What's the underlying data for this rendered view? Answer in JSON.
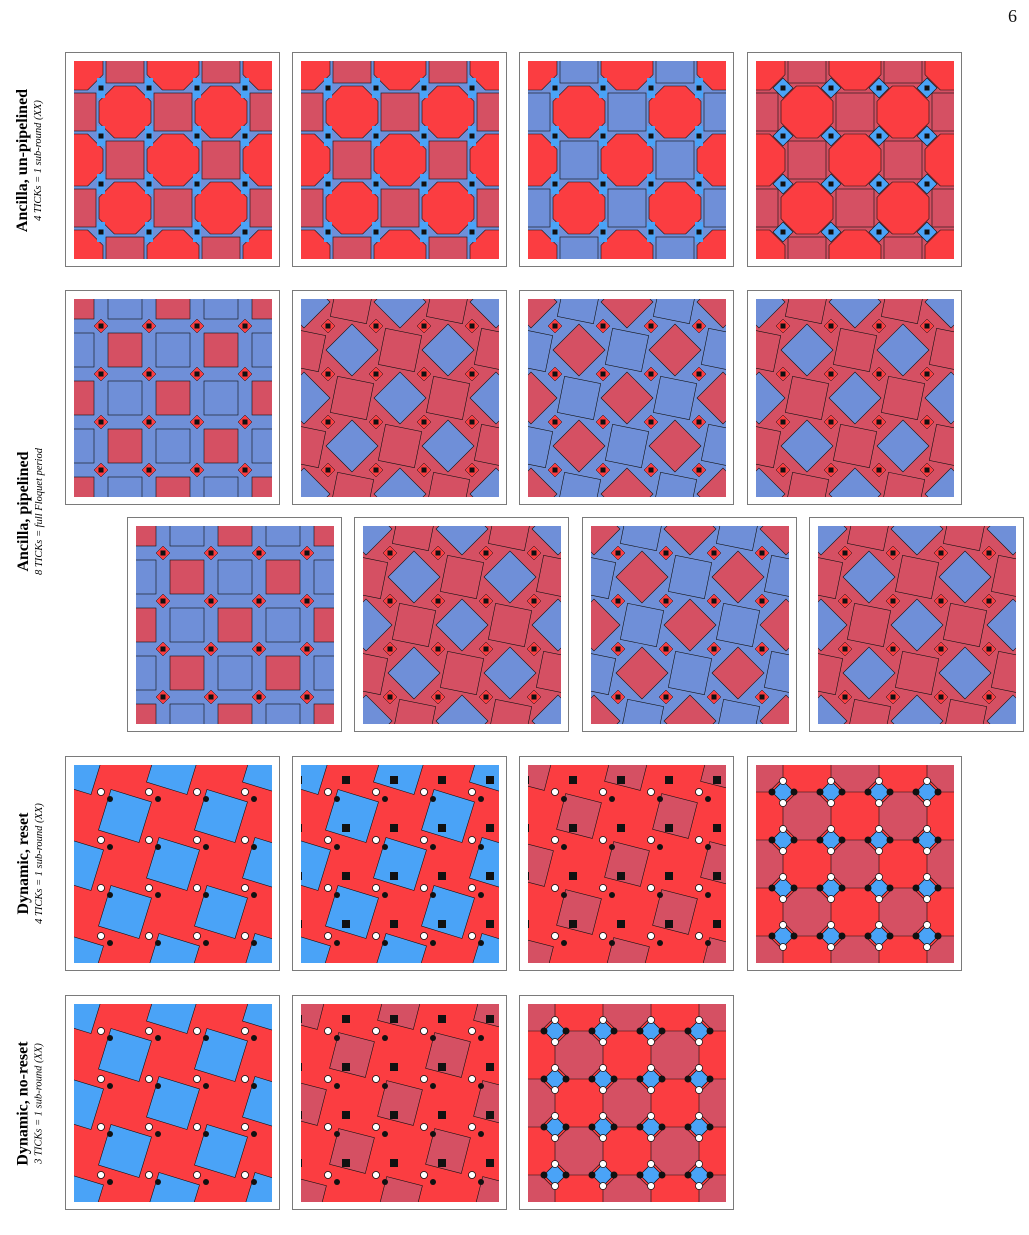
{
  "page": {
    "number": "6"
  },
  "colors": {
    "red": "#fb3d41",
    "mauve": "#d55063",
    "periwinkle": "#6f8fd8",
    "sky": "#4aa3f7",
    "stroke": "#111111"
  },
  "rows": [
    {
      "title": "Ancilla, un-pipelined",
      "subtitle": "4 TICKs = 1 sub-round (XX)",
      "panels": [
        {
          "style": "ancilla-unpipelined-1",
          "icon": "octagon-tiling"
        },
        {
          "style": "ancilla-unpipelined-2",
          "icon": "octagon-tiling"
        },
        {
          "style": "ancilla-unpipelined-3",
          "icon": "octagon-tiling"
        },
        {
          "style": "ancilla-unpipelined-4",
          "icon": "octagon-tiling"
        }
      ]
    },
    {
      "title": "Ancilla, pipelined",
      "subtitle": "8 TICKs = full Floquet period",
      "panels": [
        {
          "style": "ancilla-pipelined-1",
          "icon": "square-tiling"
        },
        {
          "style": "ancilla-pipelined-2",
          "icon": "rotated-tiling"
        },
        {
          "style": "ancilla-pipelined-3",
          "icon": "rotated-tiling"
        },
        {
          "style": "ancilla-pipelined-4",
          "icon": "rotated-tiling"
        },
        {
          "style": "ancilla-pipelined-5",
          "icon": "square-tiling"
        },
        {
          "style": "ancilla-pipelined-6",
          "icon": "rotated-tiling"
        },
        {
          "style": "ancilla-pipelined-7",
          "icon": "rotated-tiling"
        },
        {
          "style": "ancilla-pipelined-8",
          "icon": "rotated-tiling"
        }
      ]
    },
    {
      "title": "Dynamic, reset",
      "subtitle": "4 TICKs = 1 sub-round (XX)",
      "panels": [
        {
          "style": "dynamic-reset-1",
          "icon": "tilted-square-tiling"
        },
        {
          "style": "dynamic-reset-2",
          "icon": "tilted-square-tiling"
        },
        {
          "style": "dynamic-reset-3",
          "icon": "curved-tiling"
        },
        {
          "style": "dynamic-reset-4",
          "icon": "diamond-tiling"
        }
      ]
    },
    {
      "title": "Dynamic, no-reset",
      "subtitle": "3 TICKs = 1 sub-round (XX)",
      "panels": [
        {
          "style": "dynamic-noreset-1",
          "icon": "tilted-square-tiling"
        },
        {
          "style": "dynamic-noreset-2",
          "icon": "curved-tiling"
        },
        {
          "style": "dynamic-noreset-3",
          "icon": "diamond-tiling"
        }
      ]
    }
  ]
}
